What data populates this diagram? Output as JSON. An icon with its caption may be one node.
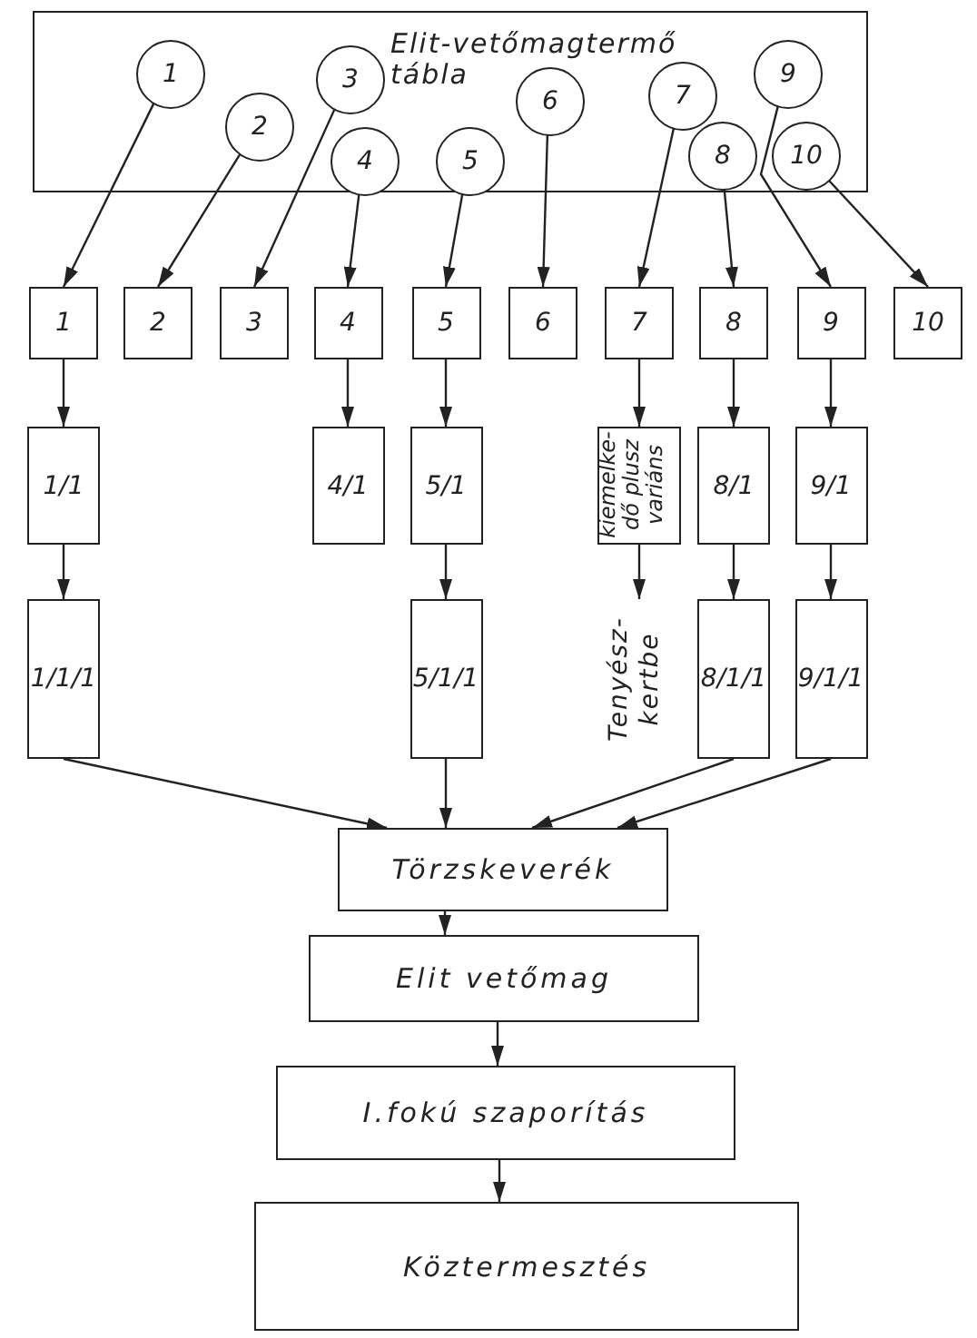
{
  "diagram": {
    "nodes": [
      {
        "text": [
          "Elit-vetőmagtermő tábla"
        ]
      },
      {
        "text": [
          "1"
        ],
        "in": 0
      },
      {
        "text": [
          "2"
        ],
        "in": 0
      },
      {
        "text": [
          "3"
        ],
        "in": 0
      },
      {
        "text": [
          "4"
        ],
        "in": 0
      },
      {
        "text": [
          "5"
        ],
        "in": 0
      },
      {
        "text": [
          "6"
        ],
        "in": 0
      },
      {
        "text": [
          "7"
        ],
        "in": 0
      },
      {
        "text": [
          "8"
        ],
        "in": 0
      },
      {
        "text": [
          "9"
        ],
        "in": 0
      },
      {
        "text": [
          "10"
        ],
        "in": 0
      },
      {
        "text": [
          "1"
        ]
      },
      {
        "text": [
          "2"
        ]
      },
      {
        "text": [
          "3"
        ]
      },
      {
        "text": [
          "4"
        ]
      },
      {
        "text": [
          "5"
        ]
      },
      {
        "text": [
          "6"
        ]
      },
      {
        "text": [
          "7"
        ]
      },
      {
        "text": [
          "8"
        ]
      },
      {
        "text": [
          "9"
        ]
      },
      {
        "text": [
          "10"
        ]
      },
      {
        "text": [
          "1/1"
        ]
      },
      {
        "text": [
          "4/1"
        ]
      },
      {
        "text": [
          "5/1"
        ]
      },
      {
        "text": [
          "kiemelke-dő plusz variáns"
        ]
      },
      {
        "text": [
          "8/1"
        ]
      },
      {
        "text": [
          "9/1"
        ]
      },
      {
        "text": [
          "1/1/1"
        ]
      },
      {
        "text": [
          "5/1/1"
        ]
      },
      {
        "text": [
          "Tenyész-kertbe"
        ]
      },
      {
        "text": [
          "8/1/1"
        ]
      },
      {
        "text": [
          "9/1/1"
        ]
      },
      {
        "text": [
          "Törzskeverék"
        ]
      },
      {
        "text": [
          "Elit vetőmag"
        ]
      },
      {
        "text": [
          "I.fokú szaporítás"
        ]
      },
      {
        "text": [
          "Köztermesztés"
        ]
      }
    ],
    "edges": [
      {
        "from": 1,
        "to": 11,
        "arrow": "to"
      },
      {
        "from": 2,
        "to": 12,
        "arrow": "to"
      },
      {
        "from": 3,
        "to": 13,
        "arrow": "to"
      },
      {
        "from": 4,
        "to": 14,
        "arrow": "to"
      },
      {
        "from": 5,
        "to": 15,
        "arrow": "to"
      },
      {
        "from": 6,
        "to": 16,
        "arrow": "to"
      },
      {
        "from": 7,
        "to": 17,
        "arrow": "to"
      },
      {
        "from": 8,
        "to": 18,
        "arrow": "to"
      },
      {
        "from": 9,
        "to": 19,
        "arrow": "to"
      },
      {
        "from": 10,
        "to": 20,
        "arrow": "to"
      },
      {
        "from": 11,
        "to": 21,
        "arrow": "to"
      },
      {
        "from": 14,
        "to": 22,
        "arrow": "to"
      },
      {
        "from": 15,
        "to": 23,
        "arrow": "to"
      },
      {
        "from": 17,
        "to": 24,
        "arrow": "to"
      },
      {
        "from": 18,
        "to": 25,
        "arrow": "to"
      },
      {
        "from": 19,
        "to": 26,
        "arrow": "to"
      },
      {
        "from": 21,
        "to": 27,
        "arrow": "to"
      },
      {
        "from": 23,
        "to": 28,
        "arrow": "to"
      },
      {
        "from": 24,
        "to": 29,
        "arrow": "to"
      },
      {
        "from": 25,
        "to": 30,
        "arrow": "to"
      },
      {
        "from": 26,
        "to": 31,
        "arrow": "to"
      },
      {
        "from": 27,
        "to": 32,
        "arrow": "to"
      },
      {
        "from": 28,
        "to": 32,
        "arrow": "to"
      },
      {
        "from": 30,
        "to": 32,
        "arrow": "to"
      },
      {
        "from": 31,
        "to": 32,
        "arrow": "to"
      },
      {
        "from": 32,
        "to": 33,
        "arrow": "to"
      },
      {
        "from": 33,
        "to": 34,
        "arrow": "to"
      },
      {
        "from": 34,
        "to": 35,
        "arrow": "to"
      }
    ]
  }
}
